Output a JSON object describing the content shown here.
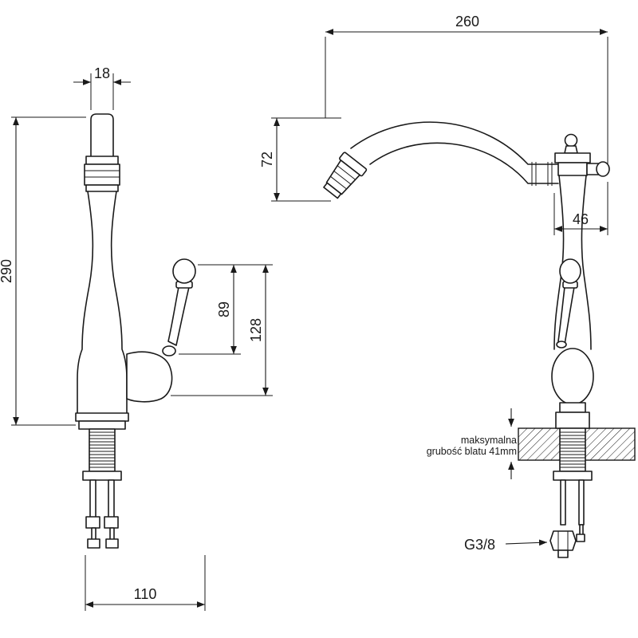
{
  "drawing": {
    "background": "#ffffff",
    "ink": "#1a1a1a",
    "subject": "kitchen faucet two-view dimensional drawing",
    "front_view": {
      "dims": {
        "spout_width": "18",
        "total_height": "290",
        "handle_to_outlet": "89",
        "handle_to_base": "128",
        "depth": "110"
      }
    },
    "side_view": {
      "dims": {
        "spout_reach": "260",
        "spout_drop": "72",
        "body_width": "46"
      },
      "counter_note": {
        "line1": "maksymalna",
        "line2": "grubość blatu 41mm"
      },
      "thread": "G3/8"
    }
  }
}
